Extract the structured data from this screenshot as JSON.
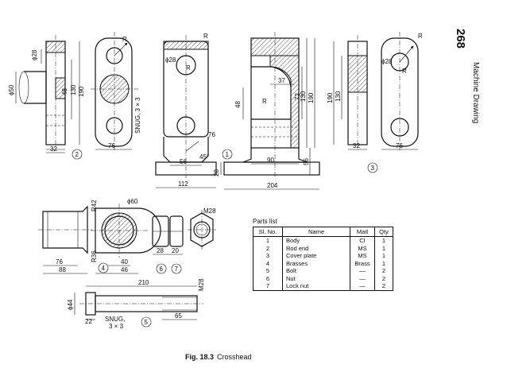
{
  "page": {
    "number": "268",
    "header": "Machine Drawing"
  },
  "caption": {
    "figure": "Fig. 18.3",
    "title": "Crosshead"
  },
  "parts_list": {
    "title": "Parts list",
    "columns": [
      "Sl. No.",
      "Name",
      "Matl",
      "Qty"
    ],
    "rows": [
      [
        "1",
        "Body",
        "CI",
        "1"
      ],
      [
        "2",
        "Rod end",
        "MS",
        "1"
      ],
      [
        "3",
        "Cover plate",
        "MS",
        "1"
      ],
      [
        "4",
        "Brasses",
        "Brass",
        "1"
      ],
      [
        "5",
        "Bolt",
        "—",
        "2"
      ],
      [
        "6",
        "Nut",
        "—",
        "2"
      ],
      [
        "7",
        "Lock nut",
        "—",
        "2"
      ]
    ]
  },
  "part_numbers": [
    "1",
    "2",
    "3",
    "4",
    "5",
    "6",
    "7"
  ],
  "dimensions": {
    "d_28_a": "ϕ28",
    "d_50": "ϕ50",
    "v_48_a": "48",
    "v_130_a": "130",
    "v_190_a": "190",
    "h_32_a": "32",
    "r_a": "R",
    "h_76_a": "76",
    "snug": "SNUG, 3 × 3",
    "r_b": "R",
    "d_28_b": "ϕ28",
    "r_b2": "R",
    "h_76_b": "76",
    "ang_45": "45°",
    "h_56": "56",
    "v_28": "28",
    "h_112": "112",
    "h_37": "37",
    "v_48_b": "48",
    "r_c": "R",
    "v_72": "72",
    "v_130_b": "130",
    "v_190_b": "190",
    "h_90": "90",
    "v_56": "56",
    "h_204": "204",
    "r_d": "R",
    "d_28_c": "ϕ28",
    "r_d2": "R",
    "v_130_c": "130",
    "v_190_c": "190",
    "h_32_b": "32",
    "h_76_c": "76",
    "r_42": "R42",
    "d_60": "ϕ60",
    "r_36": "R36",
    "h_76_d": "76",
    "h_88": "88",
    "h_40": "40",
    "h_46": "46",
    "h_28": "28",
    "h_20": "20",
    "m_28_a": "M28",
    "h_210": "210",
    "m_28_b": "M28",
    "d_44": "ϕ44",
    "h_22": "22",
    "snug_b": "SNUG,",
    "snug_b2": "3 × 3",
    "h_65": "65"
  }
}
